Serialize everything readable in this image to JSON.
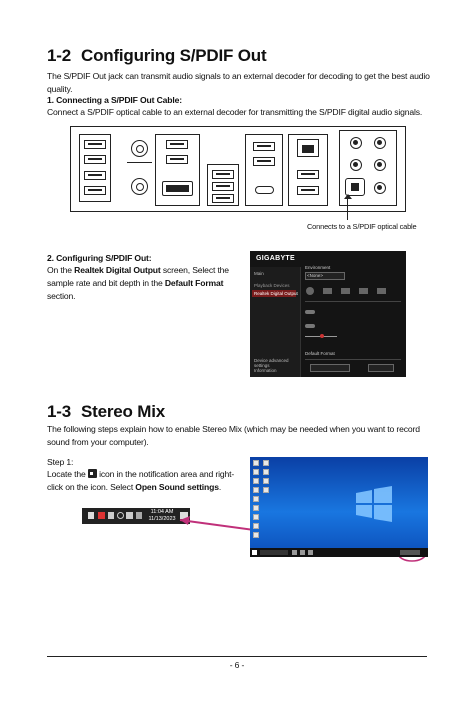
{
  "section1": {
    "number": "1-2",
    "title": "Configuring S/PDIF Out",
    "intro": "The S/PDIF Out jack can transmit audio signals to an external decoder for decoding to get the best audio quality.",
    "step1_heading": "1. Connecting a S/PDIF Out Cable:",
    "step1_text": "Connect a S/PDIF optical cable to an external decoder for transmitting the S/PDIF digital audio signals.",
    "diagram_callout": "Connects to a S/PDIF optical cable",
    "step2_heading": "2. Configuring S/PDIF Out:",
    "step2_text_a": "On the ",
    "step2_bold_a": "Realtek Digital Output",
    "step2_text_b": " screen, Select the sample rate and bit depth in the ",
    "step2_bold_b": "Default Format",
    "step2_text_c": " section."
  },
  "gigabyte_screen": {
    "logo": "GIGABYTE",
    "sidebar_items": [
      "Main",
      "Playback Devices",
      "Realtek Digital Output"
    ],
    "section_labels": [
      "Environment",
      "Default Format"
    ],
    "select_value": "<None>",
    "bottom_items": [
      "Device advanced settings",
      "Information"
    ]
  },
  "section2": {
    "number": "1-3",
    "title": "Stereo Mix",
    "intro": "The following steps explain how to enable Stereo Mix (which may be needed when you want to record sound from your computer).",
    "step_label": "Step 1:",
    "step_text_a": "Locate the ",
    "step_text_b": " icon in the notification area and right-click on the icon. Select ",
    "step_bold": "Open Sound settings",
    "step_text_c": "."
  },
  "tray": {
    "time": "11:04 AM",
    "date": "11/13/2023"
  },
  "footer": {
    "page": "- 6 -"
  },
  "colors": {
    "callout_arrow": "#c0307a",
    "desktop_blue": "#1976e0"
  }
}
